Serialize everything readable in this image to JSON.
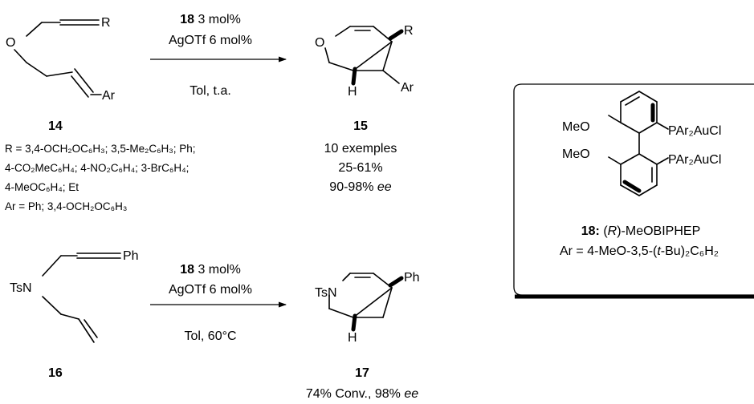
{
  "reaction1": {
    "reagent_num": "18",
    "reagent_loading": "3 mol%",
    "cocatalyst": "AgOTf 6 mol%",
    "conditions": "Tol, t.a."
  },
  "compound14": {
    "number": "14",
    "atom_O": "O",
    "atom_R": "R",
    "atom_Ar": "Ar",
    "r_line1": "R = 3,4-OCH₂OC₆H₃; 3,5-Me₂C₆H₃; Ph;",
    "r_line2": "4-CO₂MeC₆H₄; 4-NO₂C₆H₄; 3-BrC₆H₄;",
    "r_line3": "4-MeOC₆H₄; Et",
    "ar_line": "Ar = Ph; 3,4-OCH₂OC₆H₃"
  },
  "compound15": {
    "number": "15",
    "atom_O": "O",
    "atom_R": "R",
    "atom_H": "H",
    "atom_Ar": "Ar",
    "examples": "10 exemples",
    "yield": "25-61%",
    "ee_value": "90-98%",
    "ee_label": "ee"
  },
  "reaction2": {
    "reagent_num": "18",
    "reagent_loading": "3 mol%",
    "cocatalyst": "AgOTf 6 mol%",
    "conditions": "Tol, 60°C"
  },
  "compound16": {
    "number": "16",
    "atom_TsN": "TsN",
    "atom_Ph": "Ph"
  },
  "compound17": {
    "number": "17",
    "atom_TsN": "TsN",
    "atom_Ph": "Ph",
    "atom_H": "H",
    "result_value": "74% Conv., 98%",
    "result_label": "ee"
  },
  "catalyst18": {
    "meo_top": "MeO",
    "meo_bottom": "MeO",
    "p_top": "PAr₂AuCl",
    "p_bottom": "PAr₂AuCl",
    "name_num": "18:",
    "name_r_open": "(",
    "name_r": "R",
    "name_r_close": ")-MeOBIPHEP",
    "ar_def_pre": "Ar = 4-MeO-3,5-(",
    "ar_def_tbu": "t",
    "ar_def_post": "-Bu)₂C₆H₂"
  }
}
